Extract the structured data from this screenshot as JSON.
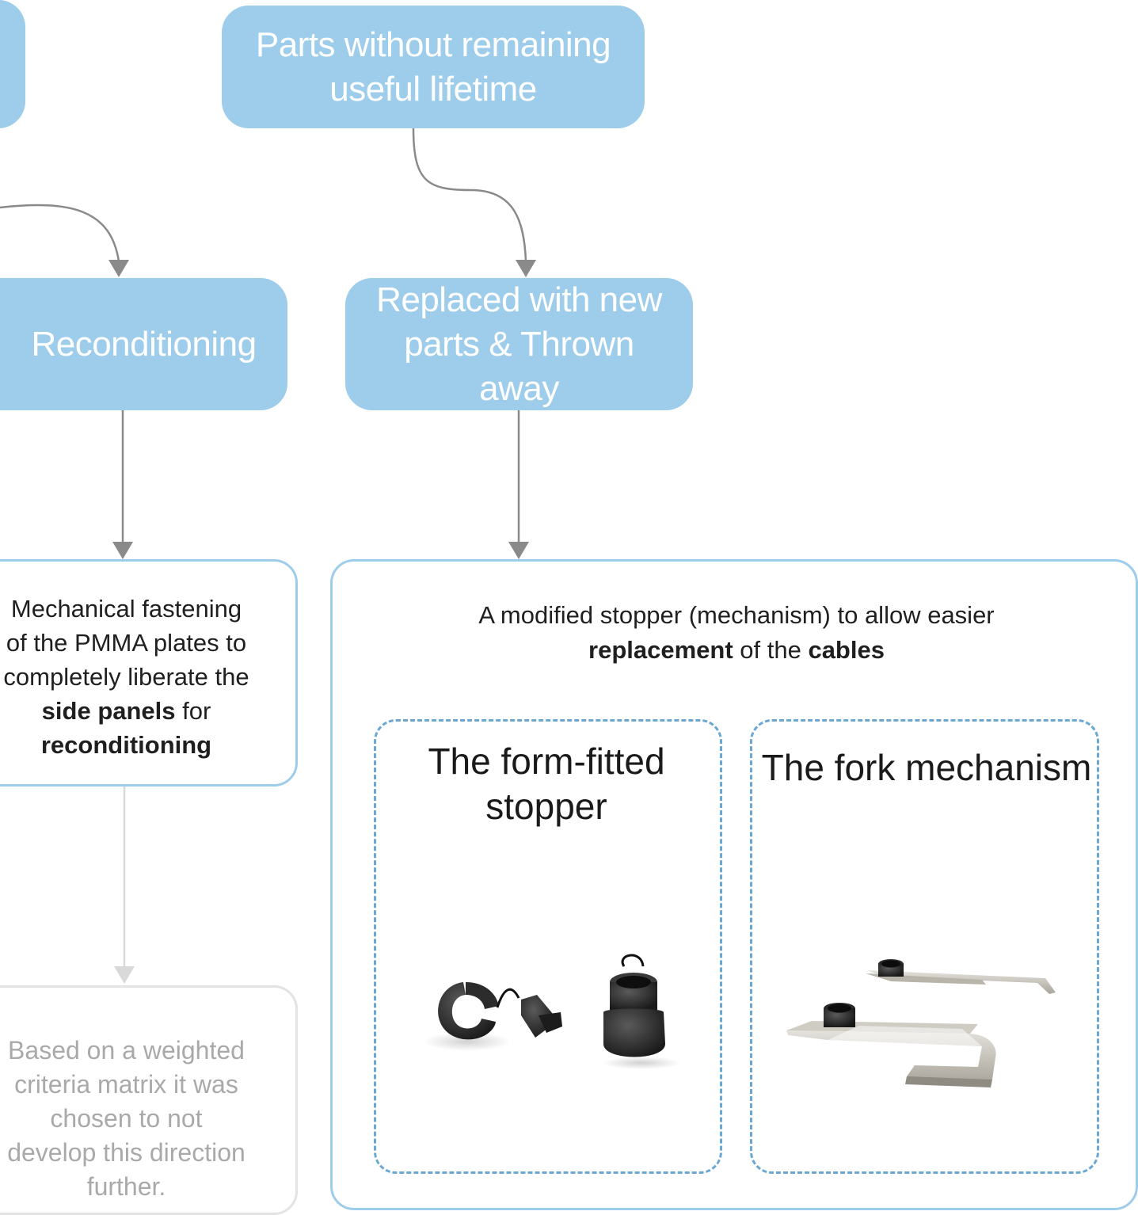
{
  "colors": {
    "box_fill": "#9dcdea",
    "box_text": "#ffffff",
    "outline": "#9dcdea",
    "dashed_outline": "#6aa8d3",
    "arrow": "#8a8a8a",
    "arrow_faded": "#d9d9d9",
    "faded_text": "#a9a9a9"
  },
  "boxes": {
    "parts_without_lifetime": "Parts without remaining useful lifetime",
    "reconditioning": "Reconditioning",
    "replaced": "Replaced with new parts & Thrown away"
  },
  "mechanical": {
    "line1": "Mechanical fastening",
    "line2": "of the PMMA plates to",
    "line3": "completely liberate the",
    "bold1": "side panels",
    "for": " for",
    "bold2": "reconditioning"
  },
  "faded_note": "Based on a weighted criteria matrix it was chosen to not develop this direction further.",
  "stopper_panel": {
    "line1": "A modified stopper (mechanism) to allow easier",
    "bold1": "replacement",
    "of_the": " of the ",
    "bold2": "cables"
  },
  "options": [
    {
      "title": "The form-fitted stopper",
      "icon": "stopper-parts-image"
    },
    {
      "title": "The fork mechanism",
      "icon": "fork-mechanism-image"
    }
  ]
}
